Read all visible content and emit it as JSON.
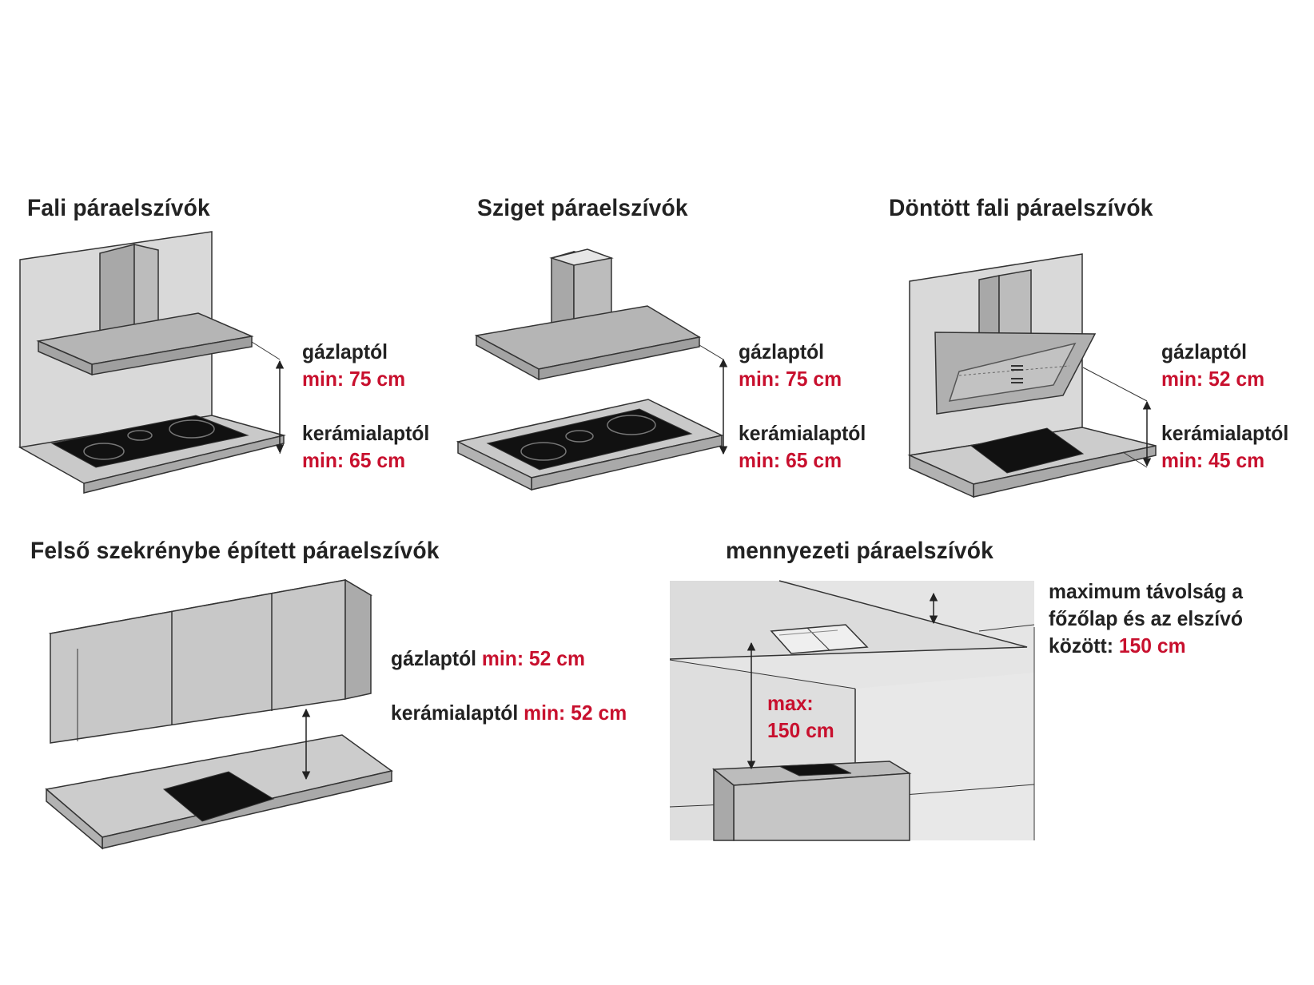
{
  "colors": {
    "text": "#222222",
    "accent": "#c8102e",
    "wall": "#d9d9d9",
    "hood": "#b5b5b5",
    "counter": "#c4c4c4",
    "hob": "#111111"
  },
  "panels": {
    "wall": {
      "title": "Fali páraelszívók",
      "gas_label": "gázlaptól",
      "gas_value": "min: 75 cm",
      "ceramic_label": "kerámialaptól",
      "ceramic_value": "min: 65 cm"
    },
    "island": {
      "title": "Sziget páraelszívók",
      "gas_label": "gázlaptól",
      "gas_value": "min: 75 cm",
      "ceramic_label": "kerámialaptól",
      "ceramic_value": "min: 65 cm"
    },
    "inclined": {
      "title": "Döntött fali páraelszívók",
      "gas_label": "gázlaptól",
      "gas_value": "min: 52 cm",
      "ceramic_label": "kerámialaptól",
      "ceramic_value": "min: 45 cm"
    },
    "cabinet": {
      "title": "Felső szekrénybe épített páraelszívók",
      "gas_label": "gázlaptól",
      "gas_value": "min: 52 cm",
      "ceramic_label": "kerámialaptól",
      "ceramic_value": "min: 52 cm"
    },
    "ceiling": {
      "title": "mennyezeti páraelszívók",
      "max_label": "max:",
      "max_value": "150 cm",
      "note_line1": "maximum távolság a",
      "note_line2": "főzőlap és az elszívó",
      "note_line3": "között:",
      "note_value": "150 cm"
    }
  }
}
